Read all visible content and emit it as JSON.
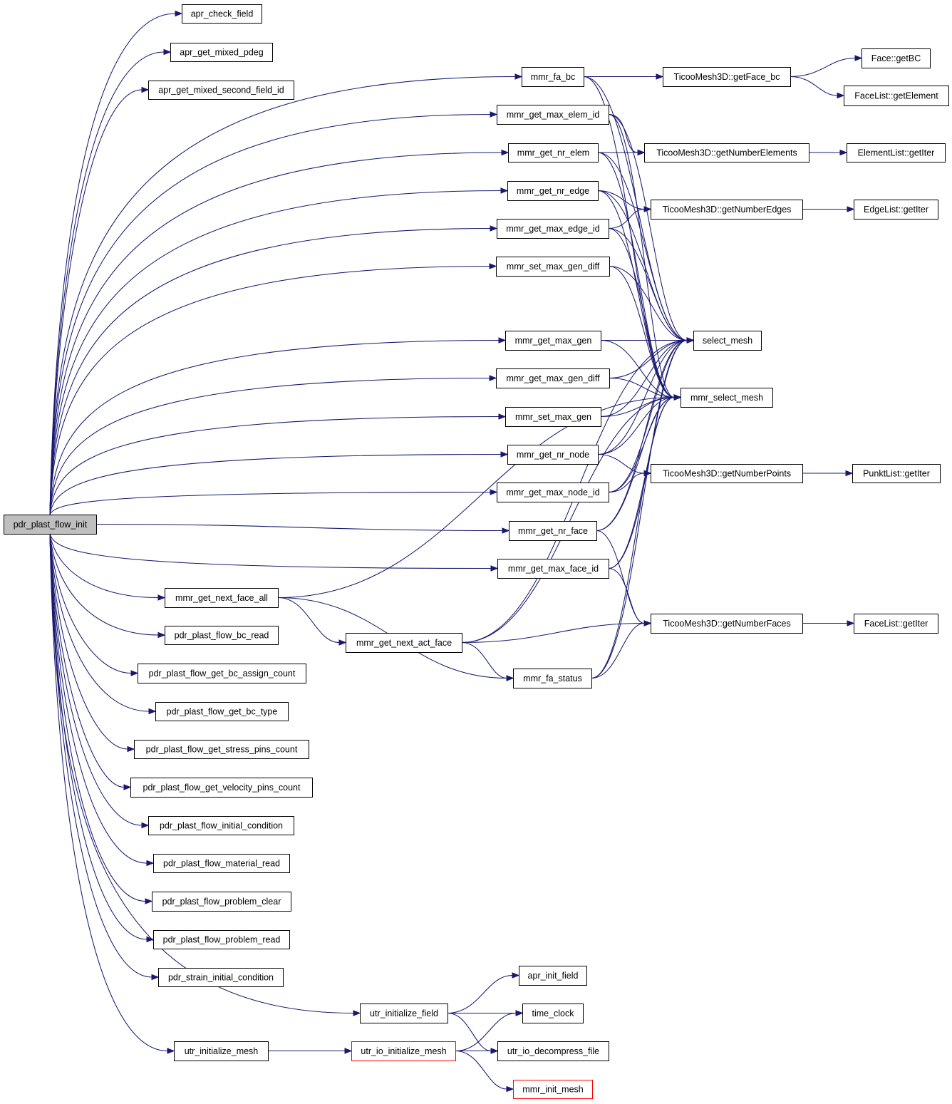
{
  "colors": {
    "edge": "#191970",
    "node_border": "#000000",
    "truncated_border": "#ff0000",
    "root_fill": "#bfbfbf",
    "background": "#ffffff"
  },
  "nodes": [
    {
      "id": "pdr_plast_flow_init",
      "label": "pdr_plast_flow_init"
    },
    {
      "id": "apr_check_field",
      "label": "apr_check_field"
    },
    {
      "id": "apr_get_mixed_pdeg",
      "label": "apr_get_mixed_pdeg"
    },
    {
      "id": "apr_get_mixed_second_field_id",
      "label": "apr_get_mixed_second_field_id"
    },
    {
      "id": "mmr_get_next_face_all",
      "label": "mmr_get_next_face_all"
    },
    {
      "id": "pdr_plast_flow_bc_read",
      "label": "pdr_plast_flow_bc_read"
    },
    {
      "id": "pdr_plast_flow_get_bc_assign_count",
      "label": "pdr_plast_flow_get_bc_assign_count"
    },
    {
      "id": "pdr_plast_flow_get_bc_type",
      "label": "pdr_plast_flow_get_bc_type"
    },
    {
      "id": "pdr_plast_flow_get_stress_pins_count",
      "label": "pdr_plast_flow_get_stress_pins_count"
    },
    {
      "id": "pdr_plast_flow_get_velocity_pins_count",
      "label": "pdr_plast_flow_get_velocity_pins_count"
    },
    {
      "id": "pdr_plast_flow_initial_condition",
      "label": "pdr_plast_flow_initial_condition"
    },
    {
      "id": "pdr_plast_flow_material_read",
      "label": "pdr_plast_flow_material_read"
    },
    {
      "id": "pdr_plast_flow_problem_clear",
      "label": "pdr_plast_flow_problem_clear"
    },
    {
      "id": "pdr_plast_flow_problem_read",
      "label": "pdr_plast_flow_problem_read"
    },
    {
      "id": "pdr_strain_initial_condition",
      "label": "pdr_strain_initial_condition"
    },
    {
      "id": "utr_initialize_mesh",
      "label": "utr_initialize_mesh"
    },
    {
      "id": "mmr_get_next_act_face",
      "label": "mmr_get_next_act_face"
    },
    {
      "id": "utr_initialize_field",
      "label": "utr_initialize_field"
    },
    {
      "id": "utr_io_initialize_mesh",
      "label": "utr_io_initialize_mesh"
    },
    {
      "id": "mmr_fa_bc",
      "label": "mmr_fa_bc"
    },
    {
      "id": "mmr_get_max_elem_id",
      "label": "mmr_get_max_elem_id"
    },
    {
      "id": "mmr_get_nr_elem",
      "label": "mmr_get_nr_elem"
    },
    {
      "id": "mmr_get_nr_edge",
      "label": "mmr_get_nr_edge"
    },
    {
      "id": "mmr_get_max_edge_id",
      "label": "mmr_get_max_edge_id"
    },
    {
      "id": "mmr_set_max_gen_diff",
      "label": "mmr_set_max_gen_diff"
    },
    {
      "id": "mmr_get_max_gen",
      "label": "mmr_get_max_gen"
    },
    {
      "id": "mmr_get_max_gen_diff",
      "label": "mmr_get_max_gen_diff"
    },
    {
      "id": "mmr_set_max_gen",
      "label": "mmr_set_max_gen"
    },
    {
      "id": "mmr_get_nr_node",
      "label": "mmr_get_nr_node"
    },
    {
      "id": "mmr_get_max_node_id",
      "label": "mmr_get_max_node_id"
    },
    {
      "id": "mmr_get_nr_face",
      "label": "mmr_get_nr_face"
    },
    {
      "id": "mmr_get_max_face_id",
      "label": "mmr_get_max_face_id"
    },
    {
      "id": "mmr_fa_status",
      "label": "mmr_fa_status"
    },
    {
      "id": "apr_init_field",
      "label": "apr_init_field"
    },
    {
      "id": "time_clock",
      "label": "time_clock"
    },
    {
      "id": "utr_io_decompress_file",
      "label": "utr_io_decompress_file"
    },
    {
      "id": "mmr_init_mesh",
      "label": "mmr_init_mesh"
    },
    {
      "id": "getFace_bc",
      "label": "TicooMesh3D::getFace_bc"
    },
    {
      "id": "getNumberElements",
      "label": "TicooMesh3D::getNumberElements"
    },
    {
      "id": "getNumberEdges",
      "label": "TicooMesh3D::getNumberEdges"
    },
    {
      "id": "select_mesh",
      "label": "select_mesh"
    },
    {
      "id": "mmr_select_mesh",
      "label": "mmr_select_mesh"
    },
    {
      "id": "getNumberPoints",
      "label": "TicooMesh3D::getNumberPoints"
    },
    {
      "id": "getNumberFaces",
      "label": "TicooMesh3D::getNumberFaces"
    },
    {
      "id": "Face_getBC",
      "label": "Face::getBC"
    },
    {
      "id": "FaceList_getElement",
      "label": "FaceList::getElement"
    },
    {
      "id": "ElementList_getIter",
      "label": "ElementList::getIter"
    },
    {
      "id": "EdgeList_getIter",
      "label": "EdgeList::getIter"
    },
    {
      "id": "PunktList_getIter",
      "label": "PunktList::getIter"
    },
    {
      "id": "FaceList_getIter",
      "label": "FaceList::getIter"
    }
  ],
  "edges": [
    [
      "pdr_plast_flow_init",
      "apr_check_field"
    ],
    [
      "pdr_plast_flow_init",
      "apr_get_mixed_pdeg"
    ],
    [
      "pdr_plast_flow_init",
      "apr_get_mixed_second_field_id"
    ],
    [
      "pdr_plast_flow_init",
      "mmr_fa_bc"
    ],
    [
      "pdr_plast_flow_init",
      "mmr_get_max_elem_id"
    ],
    [
      "pdr_plast_flow_init",
      "mmr_get_nr_elem"
    ],
    [
      "pdr_plast_flow_init",
      "mmr_get_nr_edge"
    ],
    [
      "pdr_plast_flow_init",
      "mmr_get_max_edge_id"
    ],
    [
      "pdr_plast_flow_init",
      "mmr_set_max_gen_diff"
    ],
    [
      "pdr_plast_flow_init",
      "mmr_get_max_gen"
    ],
    [
      "pdr_plast_flow_init",
      "mmr_get_max_gen_diff"
    ],
    [
      "pdr_plast_flow_init",
      "mmr_set_max_gen"
    ],
    [
      "pdr_plast_flow_init",
      "mmr_get_nr_node"
    ],
    [
      "pdr_plast_flow_init",
      "mmr_get_max_node_id"
    ],
    [
      "pdr_plast_flow_init",
      "mmr_get_nr_face"
    ],
    [
      "pdr_plast_flow_init",
      "mmr_get_max_face_id"
    ],
    [
      "pdr_plast_flow_init",
      "mmr_get_next_face_all"
    ],
    [
      "pdr_plast_flow_init",
      "pdr_plast_flow_bc_read"
    ],
    [
      "pdr_plast_flow_init",
      "pdr_plast_flow_get_bc_assign_count"
    ],
    [
      "pdr_plast_flow_init",
      "pdr_plast_flow_get_bc_type"
    ],
    [
      "pdr_plast_flow_init",
      "pdr_plast_flow_get_stress_pins_count"
    ],
    [
      "pdr_plast_flow_init",
      "pdr_plast_flow_get_velocity_pins_count"
    ],
    [
      "pdr_plast_flow_init",
      "pdr_plast_flow_initial_condition"
    ],
    [
      "pdr_plast_flow_init",
      "pdr_plast_flow_material_read"
    ],
    [
      "pdr_plast_flow_init",
      "pdr_plast_flow_problem_clear"
    ],
    [
      "pdr_plast_flow_init",
      "pdr_plast_flow_problem_read"
    ],
    [
      "pdr_plast_flow_init",
      "pdr_strain_initial_condition"
    ],
    [
      "pdr_plast_flow_init",
      "utr_initialize_field"
    ],
    [
      "pdr_plast_flow_init",
      "utr_initialize_mesh"
    ],
    [
      "mmr_fa_bc",
      "getFace_bc"
    ],
    [
      "mmr_fa_bc",
      "select_mesh"
    ],
    [
      "mmr_fa_bc",
      "mmr_select_mesh"
    ],
    [
      "getFace_bc",
      "Face_getBC"
    ],
    [
      "getFace_bc",
      "FaceList_getElement"
    ],
    [
      "mmr_get_max_elem_id",
      "getNumberElements"
    ],
    [
      "mmr_get_max_elem_id",
      "select_mesh"
    ],
    [
      "mmr_get_max_elem_id",
      "mmr_select_mesh"
    ],
    [
      "mmr_get_nr_elem",
      "getNumberElements"
    ],
    [
      "mmr_get_nr_elem",
      "select_mesh"
    ],
    [
      "mmr_get_nr_elem",
      "mmr_select_mesh"
    ],
    [
      "getNumberElements",
      "ElementList_getIter"
    ],
    [
      "mmr_get_nr_edge",
      "getNumberEdges"
    ],
    [
      "mmr_get_nr_edge",
      "select_mesh"
    ],
    [
      "mmr_get_nr_edge",
      "mmr_select_mesh"
    ],
    [
      "mmr_get_max_edge_id",
      "getNumberEdges"
    ],
    [
      "mmr_get_max_edge_id",
      "select_mesh"
    ],
    [
      "mmr_get_max_edge_id",
      "mmr_select_mesh"
    ],
    [
      "getNumberEdges",
      "EdgeList_getIter"
    ],
    [
      "mmr_set_max_gen_diff",
      "select_mesh"
    ],
    [
      "mmr_set_max_gen_diff",
      "mmr_select_mesh"
    ],
    [
      "mmr_get_max_gen",
      "select_mesh"
    ],
    [
      "mmr_get_max_gen",
      "mmr_select_mesh"
    ],
    [
      "mmr_get_max_gen_diff",
      "select_mesh"
    ],
    [
      "mmr_get_max_gen_diff",
      "mmr_select_mesh"
    ],
    [
      "mmr_set_max_gen",
      "select_mesh"
    ],
    [
      "mmr_set_max_gen",
      "mmr_select_mesh"
    ],
    [
      "mmr_get_nr_node",
      "getNumberPoints"
    ],
    [
      "mmr_get_nr_node",
      "select_mesh"
    ],
    [
      "mmr_get_nr_node",
      "mmr_select_mesh"
    ],
    [
      "mmr_get_max_node_id",
      "getNumberPoints"
    ],
    [
      "mmr_get_max_node_id",
      "select_mesh"
    ],
    [
      "mmr_get_max_node_id",
      "mmr_select_mesh"
    ],
    [
      "getNumberPoints",
      "PunktList_getIter"
    ],
    [
      "mmr_get_nr_face",
      "getNumberFaces"
    ],
    [
      "mmr_get_nr_face",
      "select_mesh"
    ],
    [
      "mmr_get_nr_face",
      "mmr_select_mesh"
    ],
    [
      "mmr_get_max_face_id",
      "getNumberFaces"
    ],
    [
      "mmr_get_max_face_id",
      "select_mesh"
    ],
    [
      "mmr_get_max_face_id",
      "mmr_select_mesh"
    ],
    [
      "getNumberFaces",
      "FaceList_getIter"
    ],
    [
      "mmr_get_next_face_all",
      "mmr_get_next_act_face"
    ],
    [
      "mmr_get_next_face_all",
      "mmr_fa_status"
    ],
    [
      "mmr_get_next_face_all",
      "mmr_select_mesh"
    ],
    [
      "mmr_get_next_act_face",
      "select_mesh"
    ],
    [
      "mmr_get_next_act_face",
      "mmr_select_mesh"
    ],
    [
      "mmr_get_next_act_face",
      "mmr_fa_status"
    ],
    [
      "mmr_get_next_act_face",
      "getNumberFaces"
    ],
    [
      "mmr_fa_status",
      "select_mesh"
    ],
    [
      "mmr_fa_status",
      "mmr_select_mesh"
    ],
    [
      "mmr_fa_status",
      "getNumberFaces"
    ],
    [
      "utr_initialize_field",
      "apr_init_field"
    ],
    [
      "utr_initialize_field",
      "time_clock"
    ],
    [
      "utr_initialize_field",
      "utr_io_decompress_file"
    ],
    [
      "utr_initialize_mesh",
      "utr_io_initialize_mesh"
    ],
    [
      "utr_io_initialize_mesh",
      "time_clock"
    ],
    [
      "utr_io_initialize_mesh",
      "utr_io_decompress_file"
    ],
    [
      "utr_io_initialize_mesh",
      "mmr_init_mesh"
    ]
  ]
}
